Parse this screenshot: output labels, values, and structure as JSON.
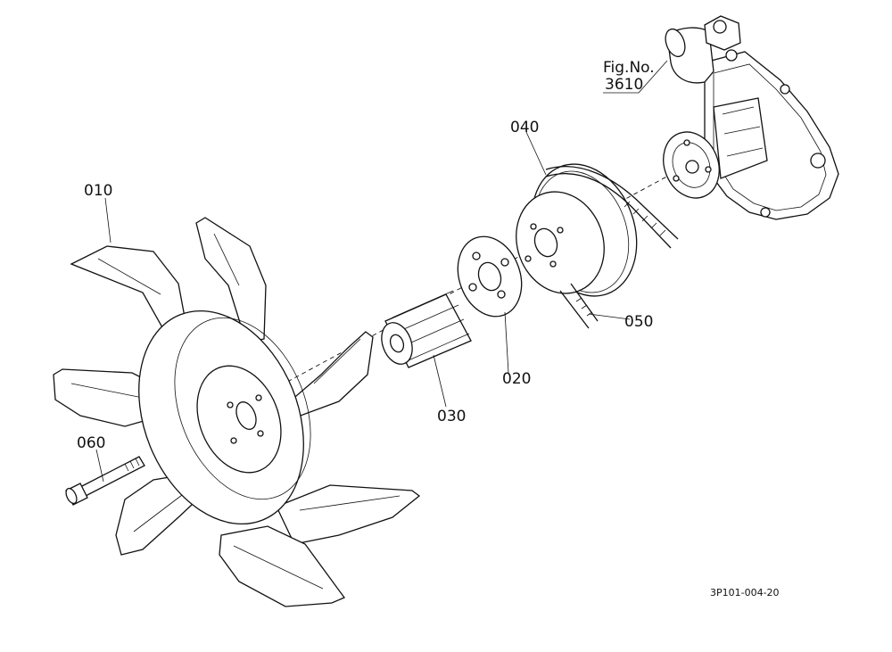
{
  "callouts": {
    "fan": "010",
    "spacer": "020",
    "fan_spacer": "030",
    "pulley": "040",
    "belt": "050",
    "bolt": "060"
  },
  "figure_ref": {
    "line1": "Fig.No.",
    "line2": "3610"
  },
  "drawing_code": "3P101-004-20"
}
